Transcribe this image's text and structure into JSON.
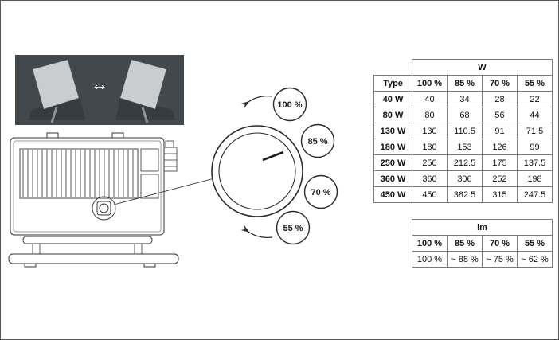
{
  "illustration": {
    "double_arrow": "↔"
  },
  "dial": {
    "labels": [
      "100 %",
      "85 %",
      "70 %",
      "55 %"
    ]
  },
  "power_table": {
    "unit": "W",
    "headers": [
      "Type",
      "100 %",
      "85 %",
      "70 %",
      "55 %"
    ],
    "rows": [
      [
        "40 W",
        "40",
        "34",
        "28",
        "22"
      ],
      [
        "80 W",
        "80",
        "68",
        "56",
        "44"
      ],
      [
        "130 W",
        "130",
        "110.5",
        "91",
        "71.5"
      ],
      [
        "180 W",
        "180",
        "153",
        "126",
        "99"
      ],
      [
        "250 W",
        "250",
        "212.5",
        "175",
        "137.5"
      ],
      [
        "360 W",
        "360",
        "306",
        "252",
        "198"
      ],
      [
        "450 W",
        "450",
        "382.5",
        "315",
        "247.5"
      ]
    ]
  },
  "lumen_table": {
    "unit": "lm",
    "headers": [
      "100 %",
      "85 %",
      "70 %",
      "55 %"
    ],
    "values": [
      "100 %",
      "~ 88 %",
      "~ 75 %",
      "~ 62 %"
    ]
  },
  "colors": {
    "photo_background": "#43484d",
    "line": "#2a2a2a",
    "table_border": "#7a7a7a"
  }
}
